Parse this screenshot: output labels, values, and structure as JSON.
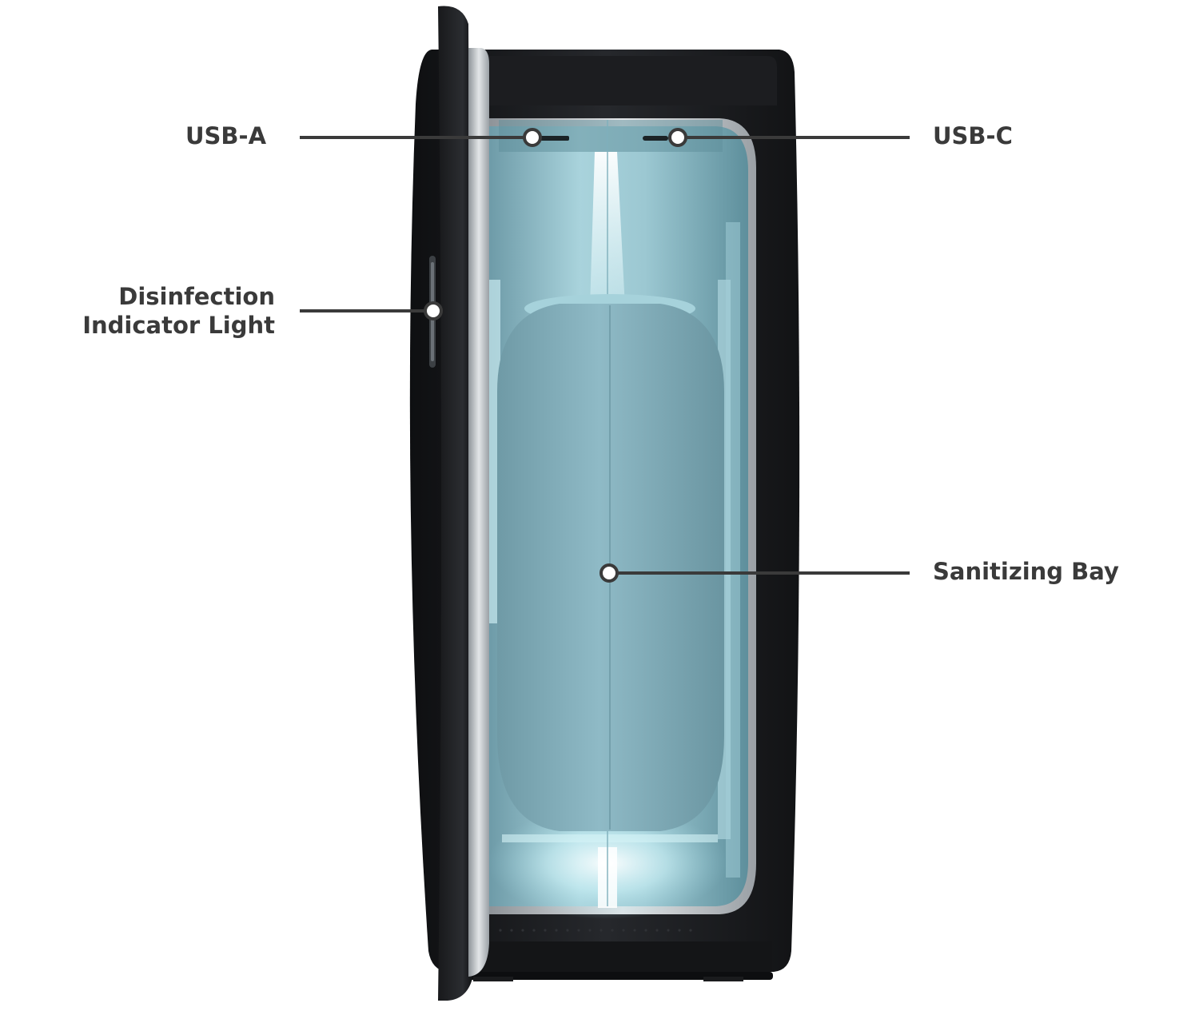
{
  "callouts": {
    "usb_a": "USB-A",
    "usb_c": "USB-C",
    "disinfection_line1": "Disinfection",
    "disinfection_line2": "Indicator Light",
    "sanitizing_bay": "Sanitizing Bay"
  },
  "colors": {
    "body_black": "#1e1f22",
    "frame_silver": "#bfc4c8",
    "uv_glow": "#bfeef4",
    "bay_blue": "#87b5c2",
    "label_text": "#3a3a3a",
    "leader_line": "#3a3a3a"
  }
}
